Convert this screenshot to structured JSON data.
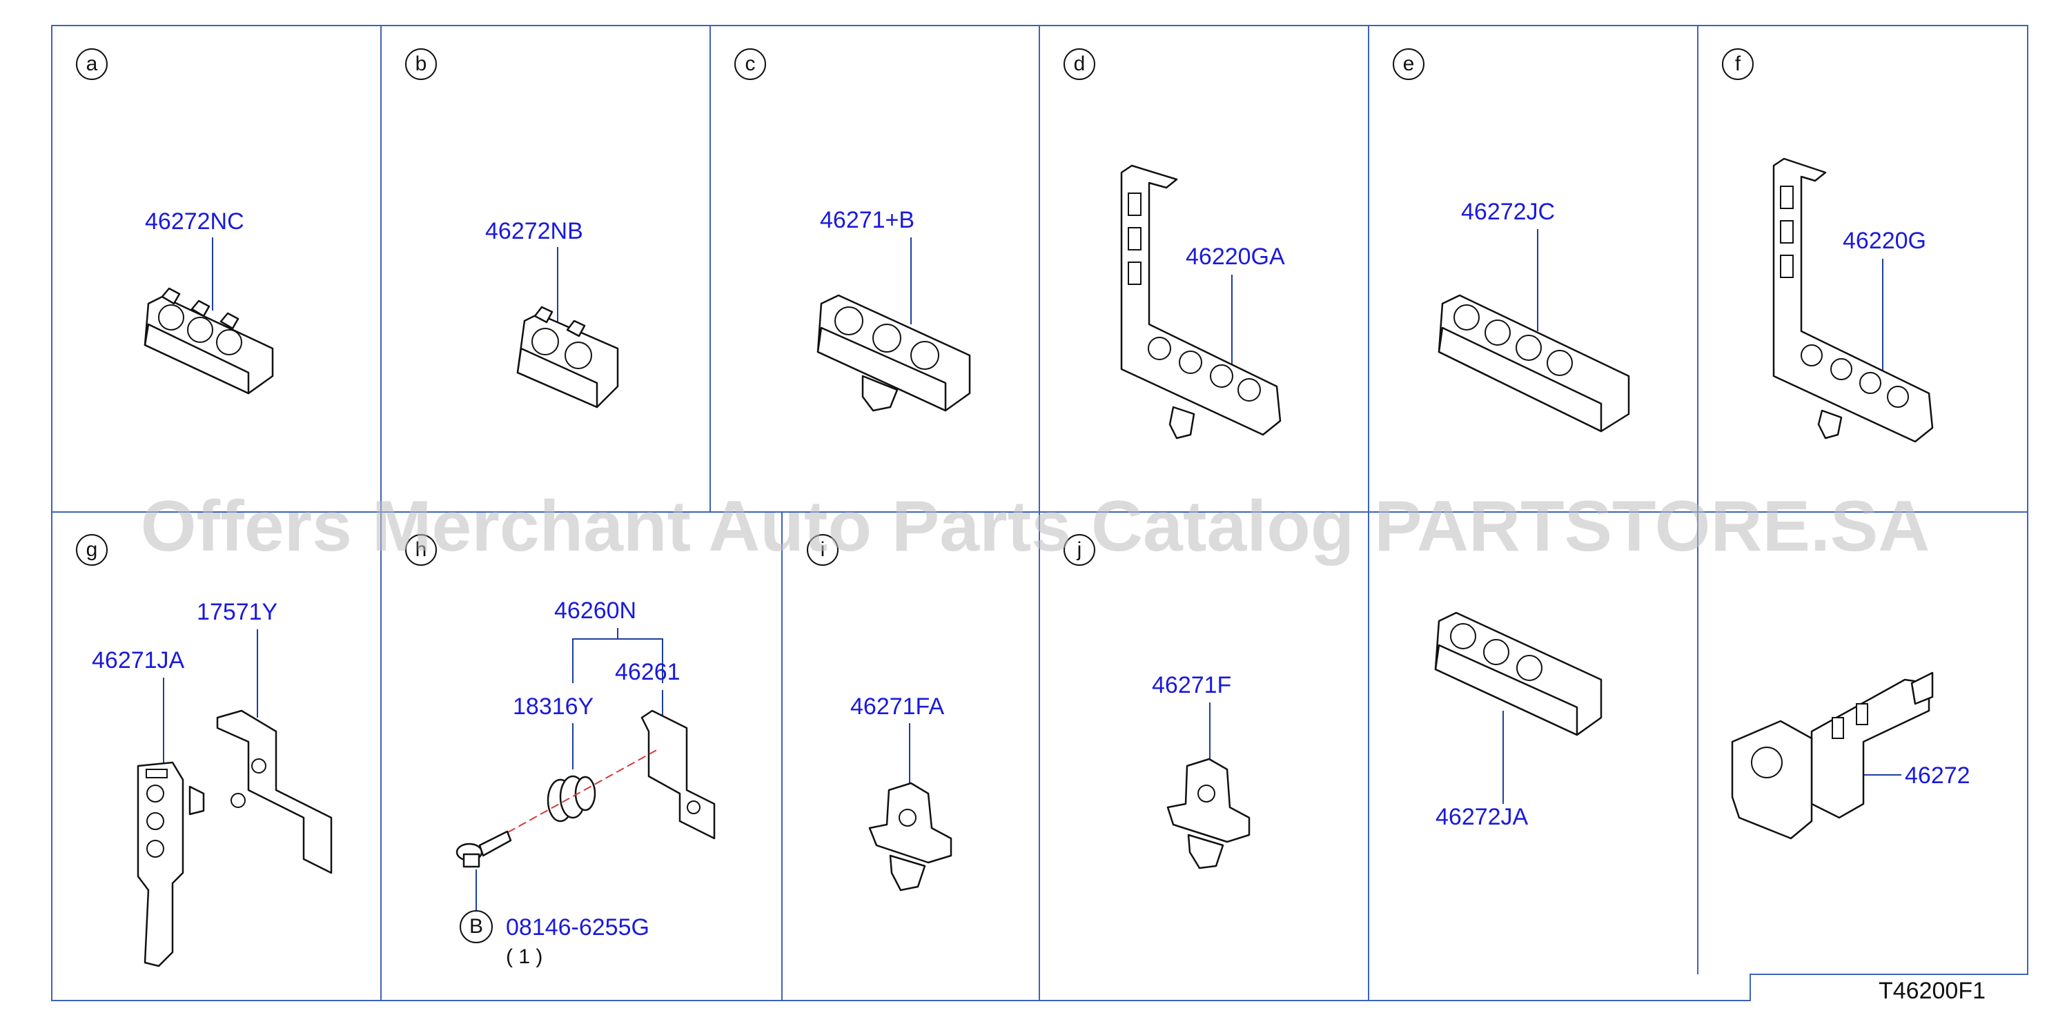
{
  "diagram_code": "T46200F1",
  "watermark": "Offers Merchant Auto Parts Catalog PARTSTORE.SA",
  "cells": [
    {
      "letter": "a",
      "parts": [
        "46272NC"
      ]
    },
    {
      "letter": "b",
      "parts": [
        "46272NB"
      ]
    },
    {
      "letter": "c",
      "parts": [
        "46271+B"
      ]
    },
    {
      "letter": "d",
      "parts": [
        "46220GA"
      ]
    },
    {
      "letter": "e",
      "parts": [
        "46272JC"
      ]
    },
    {
      "letter": "f",
      "parts": [
        "46220G"
      ]
    },
    {
      "letter": "g",
      "parts": [
        "17571Y",
        "46271JA"
      ]
    },
    {
      "letter": "h",
      "parts": [
        "46260N",
        "46261",
        "18316Y"
      ],
      "bolt": {
        "ref": "B",
        "part": "08146-6255G",
        "qty": "( 1 )"
      }
    },
    {
      "letter": "i",
      "parts": [
        "46271FA"
      ]
    },
    {
      "letter": "j",
      "parts": [
        "46271F"
      ]
    },
    {
      "letter": "",
      "parts": [
        "46272JA"
      ]
    },
    {
      "letter": "",
      "parts": [
        "46272"
      ]
    }
  ]
}
